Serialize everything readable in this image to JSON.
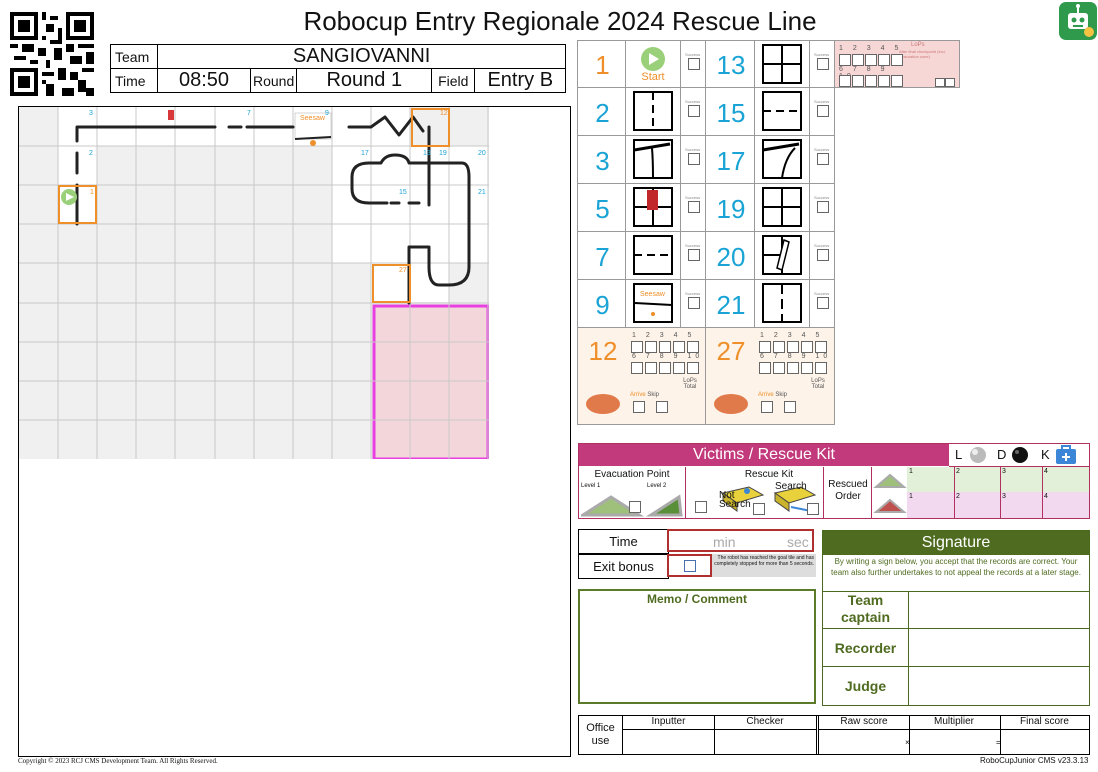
{
  "header": {
    "title": "Robocup Entry Regionale 2024  Rescue Line",
    "team_label": "Team",
    "team_value": "SANGIOVANNI",
    "time_label": "Time",
    "time_value": "08:50",
    "round_label": "Round",
    "round_value": "Round 1",
    "field_label": "Field",
    "field_value": "Entry B"
  },
  "map_labels": {
    "tiles": [
      "3",
      "7",
      "9",
      "12",
      "2",
      "17",
      "13",
      "19",
      "20",
      "1",
      "15",
      "21",
      "27"
    ],
    "seesaw": "Seesaw"
  },
  "scoring": {
    "tiles": [
      {
        "num": "1",
        "color": "orange"
      },
      {
        "num": "13",
        "color": "cyan"
      },
      {
        "num": "2",
        "color": "cyan"
      },
      {
        "num": "15",
        "color": "cyan"
      },
      {
        "num": "3",
        "color": "cyan"
      },
      {
        "num": "17",
        "color": "cyan"
      },
      {
        "num": "5",
        "color": "cyan"
      },
      {
        "num": "19",
        "color": "cyan"
      },
      {
        "num": "7",
        "color": "cyan"
      },
      {
        "num": "20",
        "color": "cyan"
      },
      {
        "num": "9",
        "color": "cyan"
      },
      {
        "num": "21",
        "color": "cyan"
      }
    ],
    "success_label": "Success",
    "start_label": "Start",
    "seesaw_label": "Seesaw",
    "checkpoints": [
      "12",
      "27"
    ],
    "lop_numbers": [
      "1",
      "2",
      "3",
      "4",
      "5",
      "6",
      "7",
      "8",
      "9",
      "10"
    ],
    "lops_label": "LoPs",
    "lops_note": "After final checkpoint (incl. Evacuation zone)",
    "lops_total": "LoPs Total",
    "arrive_label": "Arrive",
    "skip_label": "Skip"
  },
  "victims": {
    "title": "Victims / Rescue Kit",
    "l_label": "L",
    "d_label": "D",
    "k_label": "K",
    "evac_label": "Evacuation Point",
    "level1": "Level 1",
    "level2": "Level 2",
    "kit_label": "Rescue Kit",
    "not_search": "Not Search",
    "search": "Search",
    "rescued_order": "Rescued Order",
    "order_nums": [
      "1",
      "2",
      "3",
      "4"
    ]
  },
  "time_section": {
    "time_label": "Time",
    "min_label": "min",
    "sec_label": "sec",
    "exit_bonus": "Exit bonus",
    "exit_note": "The robot has reached the goal tile and has completely stopped for more than 5 seconds."
  },
  "memo": {
    "title": "Memo / Comment"
  },
  "signature": {
    "title": "Signature",
    "note": "By writing a sign below, you accept that the records are correct. Your team also further undertakes to not appeal the records at a later stage.",
    "team_captain": "Team captain",
    "recorder": "Recorder",
    "judge": "Judge"
  },
  "office": {
    "label": "Office use",
    "inputter": "Inputter",
    "checker": "Checker",
    "raw_score": "Raw score",
    "multiplier": "Multiplier",
    "final_score": "Final score",
    "times": "×",
    "equals": "="
  },
  "footer": {
    "copyright": "Copyright © 2023 RCJ CMS Development Team. All Rights Reserved.",
    "version": "RoboCupJunior CMS v23.3.13"
  },
  "colors": {
    "cyan": "#1aa3d5",
    "orange": "#ef8f2a",
    "victims_header": "#c23a7b",
    "signature_header": "#4f6b20",
    "evac_zone": "#f3d6da",
    "evac_border": "#e83fe0"
  }
}
